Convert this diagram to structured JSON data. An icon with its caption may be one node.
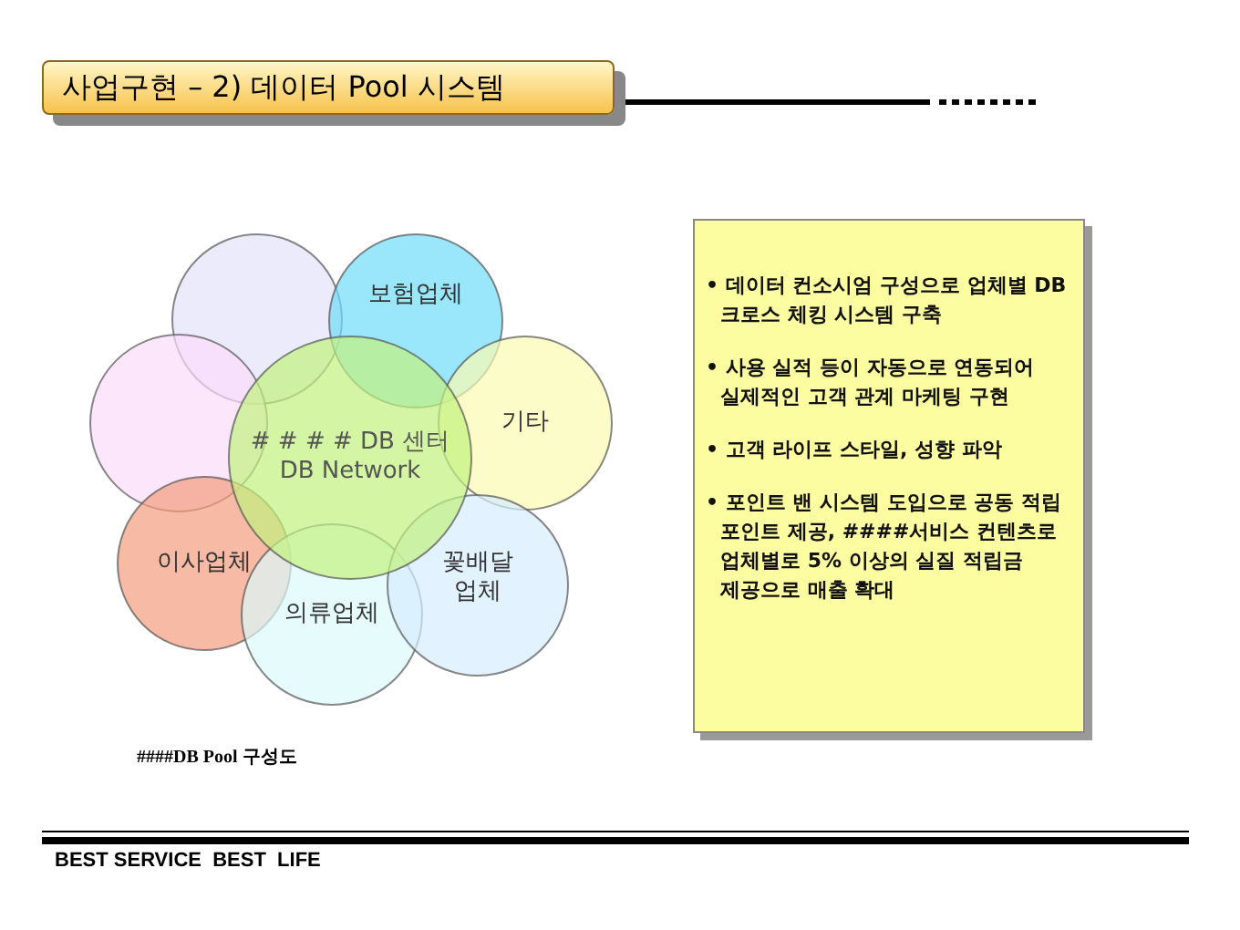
{
  "diagram": {
    "title": "사업구현 – 2) 데이터 Pool 시스템",
    "caption": "####DB Pool 구성도",
    "nodes": [
      {
        "text": [],
        "shape": "circle"
      },
      {
        "text": [
          "보험업체"
        ]
      },
      {
        "text": [],
        "shape": "circle"
      },
      {
        "text": [
          "# # # # DB 센터",
          "DB Network"
        ]
      },
      {
        "text": [
          "기타"
        ]
      },
      {
        "text": [
          "이사업체"
        ]
      },
      {
        "text": [
          "의류업체"
        ]
      },
      {
        "text": [
          "꽃배달 업체"
        ]
      },
      {
        "text": [
          "• 데이터 컨소시엄 구성으로 업체별 DB 크로스 체킹 시스템 구축",
          "• 사용 실적 등이 자동으로 연동되어 실제적인 고객 관계 마케팅 구현",
          "• 고객 라이프 스타일, 성향 파악",
          "• 포인트 밴 시스템 도입으로 공동 적립 포인트 제공, ####서비스 컨텐츠로 업체별로 5% 이상의 실질 적립금 제공으로 매출 확대"
        ]
      }
    ],
    "edges": [],
    "labels": [
      "BEST SERVICE  BEST  LIFE"
    ]
  }
}
